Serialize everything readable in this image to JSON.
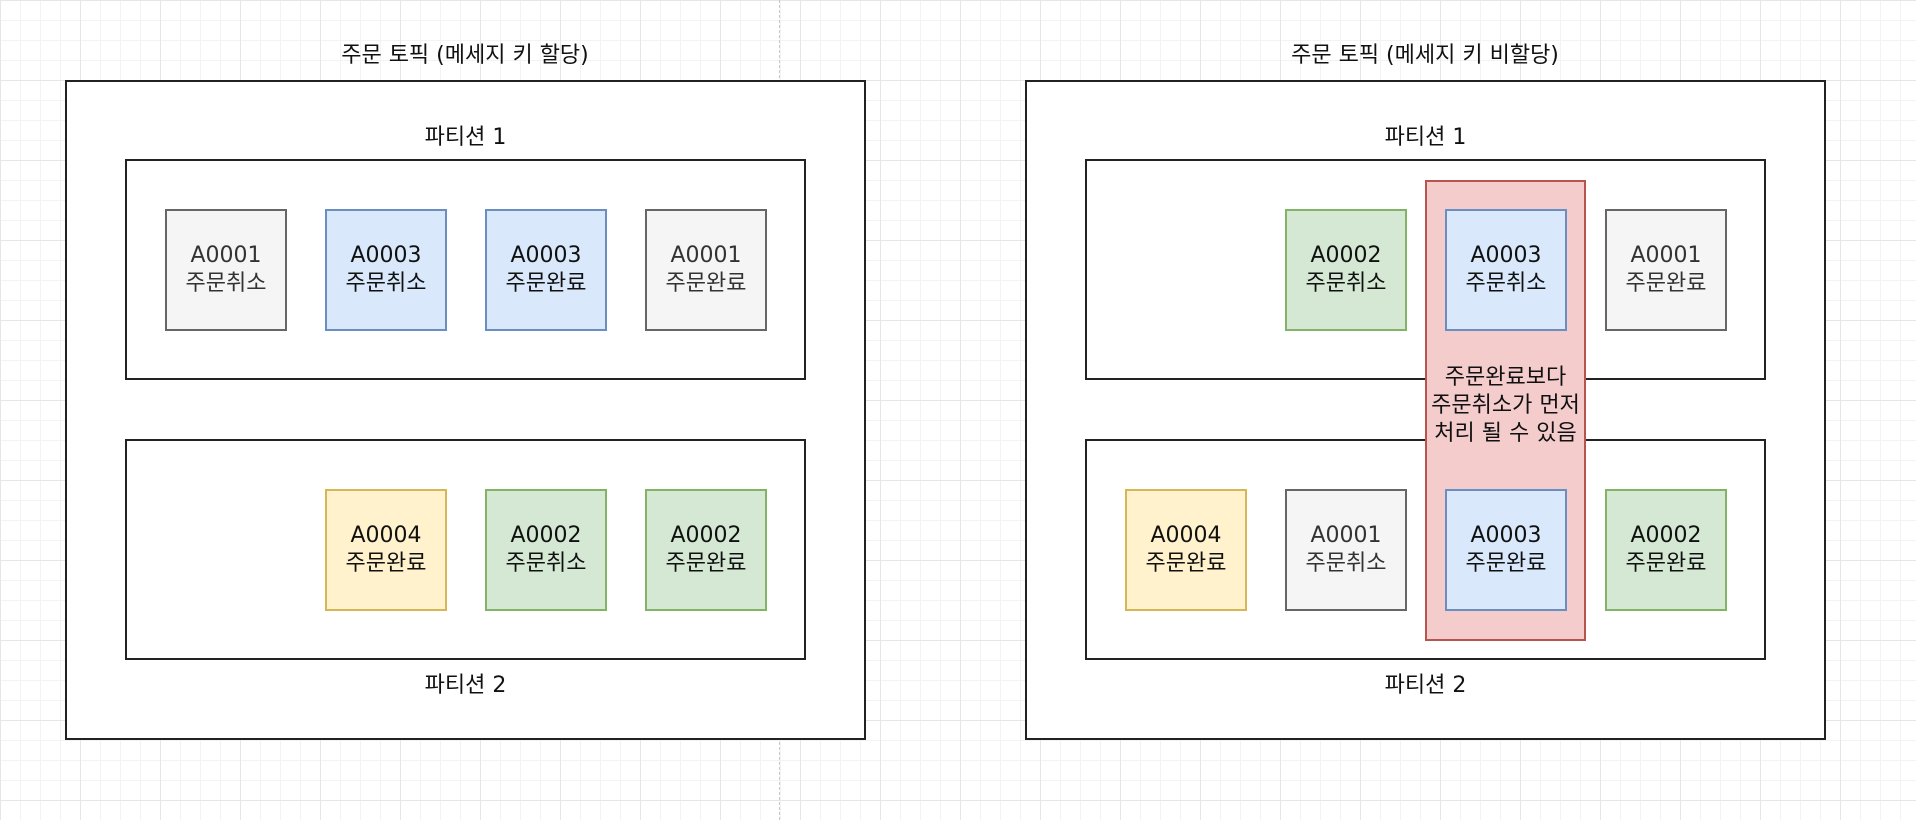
{
  "left": {
    "title": "주문 토픽 (메세지 키 할당)",
    "partition1_label": "파티션 1",
    "partition2_label": "파티션 2",
    "p1": [
      {
        "id": "A0001",
        "status": "주문취소",
        "color": "gray"
      },
      {
        "id": "A0003",
        "status": "주문취소",
        "color": "blue"
      },
      {
        "id": "A0003",
        "status": "주문완료",
        "color": "blue"
      },
      {
        "id": "A0001",
        "status": "주문완료",
        "color": "gray"
      }
    ],
    "p2": [
      {
        "id": "A0004",
        "status": "주문완료",
        "color": "yellow"
      },
      {
        "id": "A0002",
        "status": "주문취소",
        "color": "green"
      },
      {
        "id": "A0002",
        "status": "주문완료",
        "color": "green"
      }
    ]
  },
  "right": {
    "title": "주문 토픽 (메세지 키 비할당)",
    "partition1_label": "파티션 1",
    "partition2_label": "파티션 2",
    "p1": [
      {
        "id": "A0002",
        "status": "주문취소",
        "color": "green"
      },
      {
        "id": "A0003",
        "status": "주문취소",
        "color": "blue"
      },
      {
        "id": "A0001",
        "status": "주문완료",
        "color": "gray"
      }
    ],
    "p2": [
      {
        "id": "A0004",
        "status": "주문완료",
        "color": "yellow"
      },
      {
        "id": "A0001",
        "status": "주문취소",
        "color": "gray"
      },
      {
        "id": "A0003",
        "status": "주문완료",
        "color": "blue"
      },
      {
        "id": "A0002",
        "status": "주문완료",
        "color": "green"
      }
    ],
    "note_lines": [
      "주문완료보다",
      "주문취소가 먼저",
      "처리 될 수 있음"
    ]
  },
  "colors": {
    "gray": "#f5f5f5",
    "blue": "#dae8fc",
    "green": "#d5e8d4",
    "yellow": "#fff2cc",
    "highlight": "#f4cccc"
  }
}
